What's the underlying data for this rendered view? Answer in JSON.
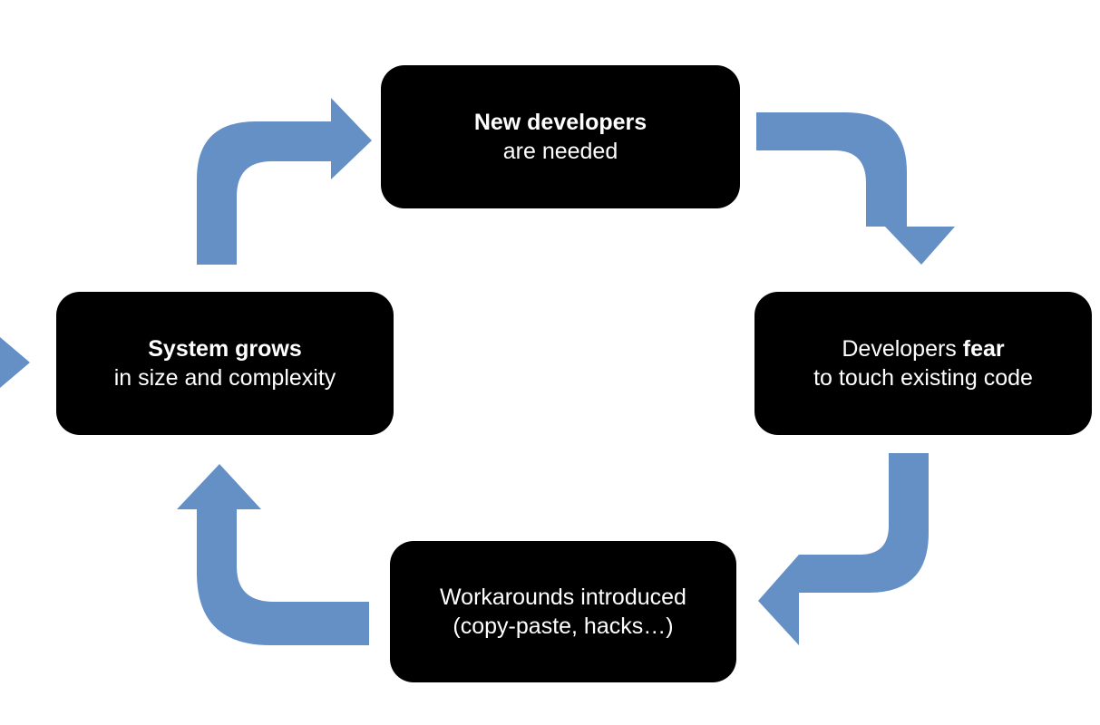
{
  "colors": {
    "arrow": "#6490c6",
    "box": "#000000",
    "text": "#ffffff"
  },
  "boxes": {
    "new_devs": {
      "line1_bold": "New developers",
      "line2": "are needed"
    },
    "fear": {
      "line1_prefix": "Developers ",
      "line1_bold": "fear",
      "line2": "to touch existing code"
    },
    "workarounds": {
      "line1": "Workarounds introduced",
      "line2": "(copy-paste, hacks…)"
    },
    "grows": {
      "line1_bold": "System grows",
      "line2": "in size and complexity"
    }
  }
}
